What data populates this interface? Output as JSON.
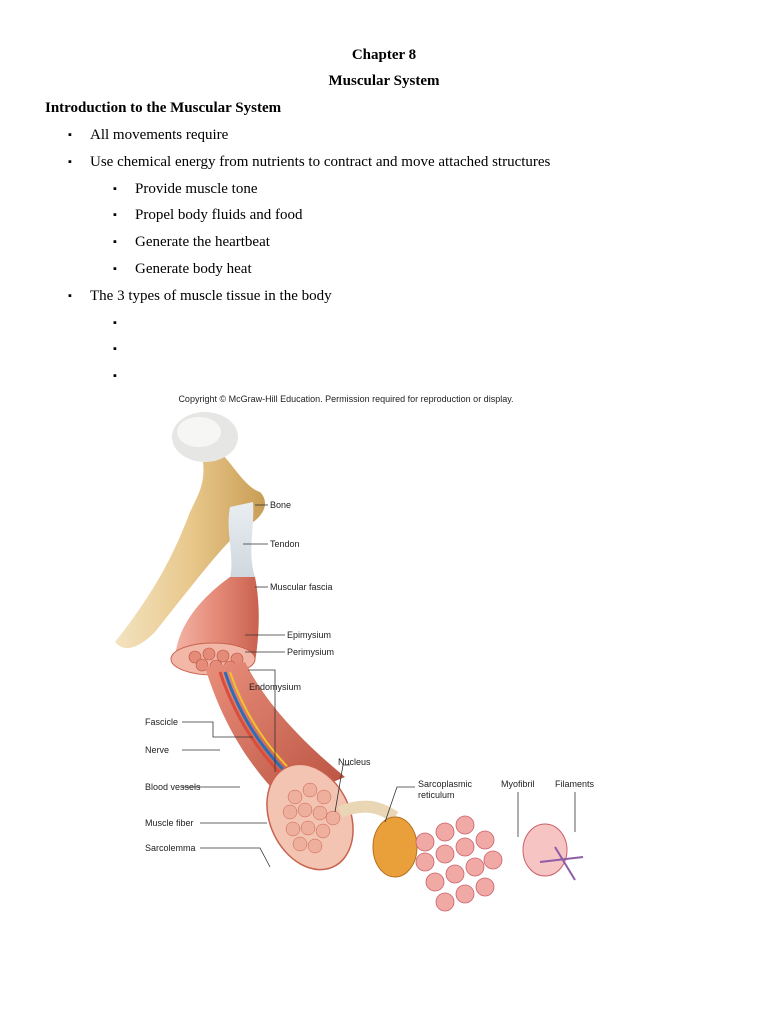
{
  "document": {
    "chapter": "Chapter 8",
    "subject": "Muscular System",
    "section_heading": "Introduction to the Muscular System",
    "bullets": [
      {
        "level": 1,
        "text": "All movements require"
      },
      {
        "level": 1,
        "text": "Use chemical energy from nutrients to contract and move attached structures"
      },
      {
        "level": 2,
        "text": "Provide muscle tone"
      },
      {
        "level": 2,
        "text": "Propel body fluids and food"
      },
      {
        "level": 2,
        "text": "Generate the heartbeat"
      },
      {
        "level": 2,
        "text": "Generate body heat"
      },
      {
        "level": 1,
        "text": "The 3 types of muscle tissue in the body"
      },
      {
        "level": 2,
        "text": ""
      },
      {
        "level": 2,
        "text": ""
      },
      {
        "level": 2,
        "text": ""
      }
    ]
  },
  "figure": {
    "copyright": "Copyright © McGraw-Hill Education. Permission required for reproduction or display.",
    "labels": {
      "bone": "Bone",
      "tendon": "Tendon",
      "muscular_fascia": "Muscular fascia",
      "epimysium": "Epimysium",
      "perimysium": "Perimysium",
      "endomysium": "Endomysium",
      "fascicle": "Fascicle",
      "nerve": "Nerve",
      "nucleus": "Nucleus",
      "blood_vessels": "Blood vessels",
      "sarcoplasmic_line1": "Sarcoplasmic",
      "sarcoplasmic_line2": "reticulum",
      "myofibril": "Myofibril",
      "filaments": "Filaments",
      "muscle_fiber": "Muscle fiber",
      "sarcolemma": "Sarcolemma"
    }
  }
}
